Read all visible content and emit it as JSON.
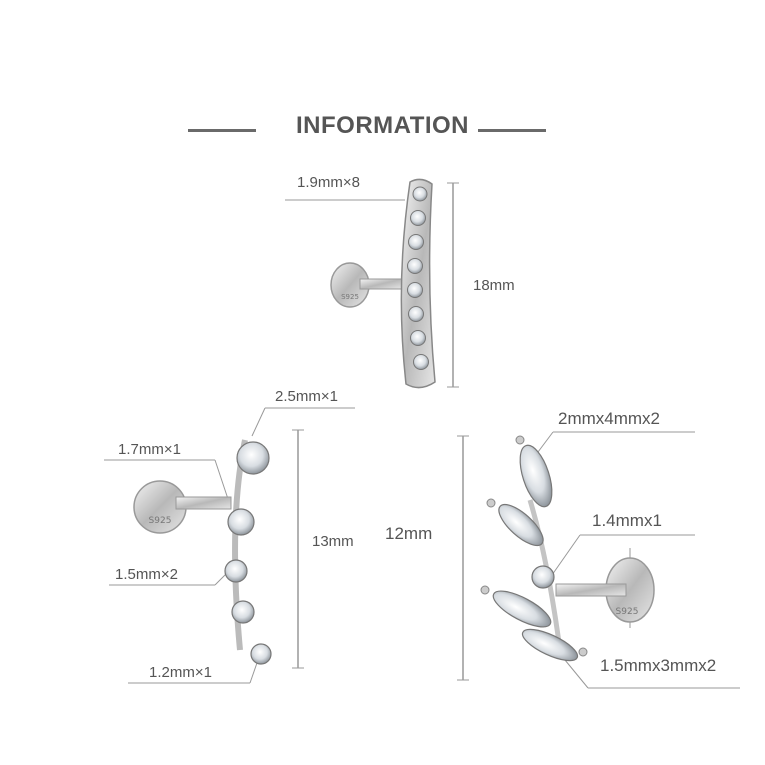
{
  "header": {
    "title": "INFORMATION"
  },
  "earring_top": {
    "stone_label": "1.9mm×8",
    "length_label": "18mm",
    "back_stamp": "S925"
  },
  "earring_left": {
    "stone_top_label": "2.5mm×1",
    "stone_upper_label": "1.7mm×1",
    "stone_mid_label": "1.5mm×2",
    "stone_bottom_label": "1.2mm×1",
    "length_label": "13mm",
    "back_stamp": "S925"
  },
  "earring_right": {
    "marquise_top_label": "2mmx4mmx2",
    "round_label": "1.4mmx1",
    "marquise_bottom_label": "1.5mmx3mmx2",
    "length_label": "12mm",
    "back_stamp": "S925"
  }
}
